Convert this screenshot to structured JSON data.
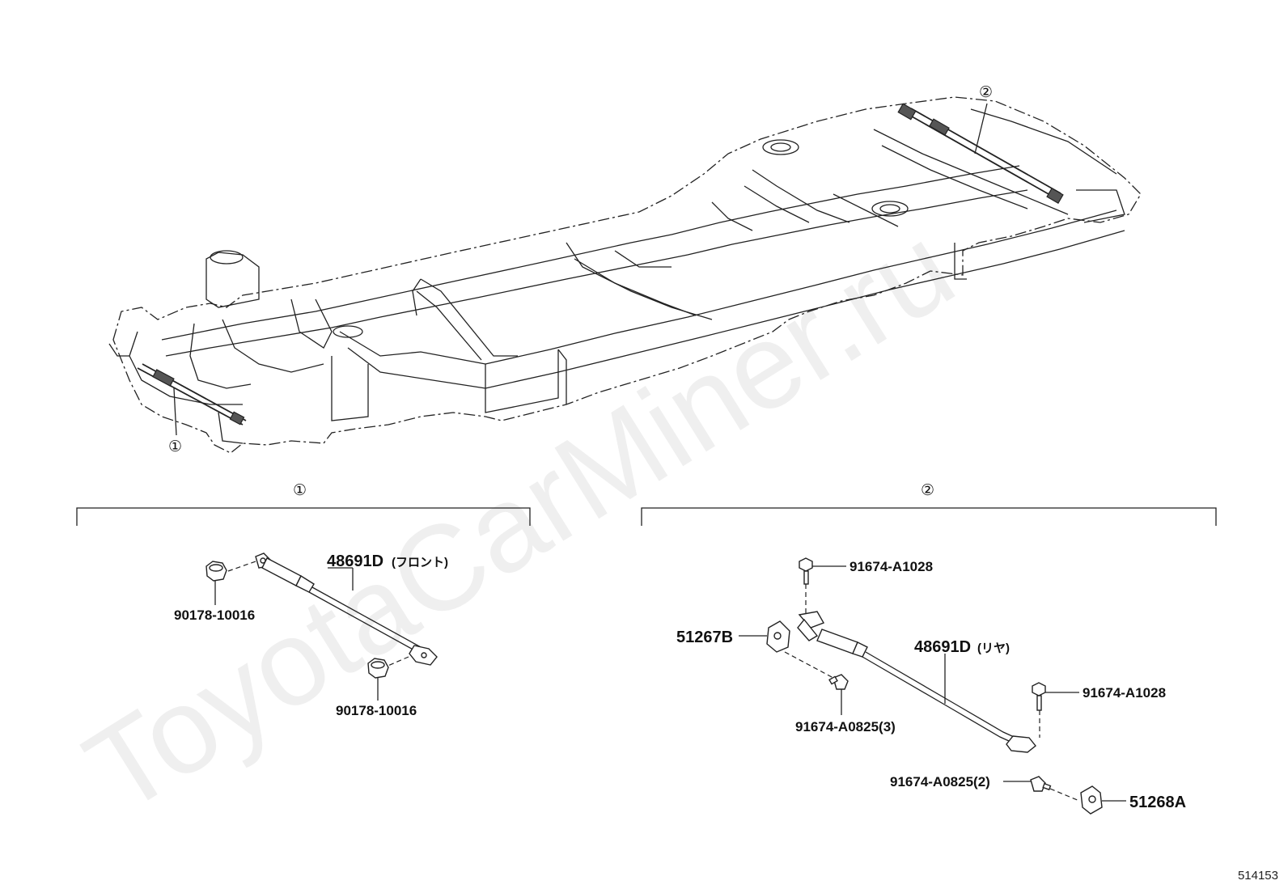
{
  "watermark": "ToyotaCarMiner.ru",
  "diagram_ref": "514153",
  "callouts": {
    "c1": "①",
    "c2": "②"
  },
  "front_group": {
    "label": "①",
    "damper": "48691D",
    "damper_note": "(フロント)",
    "nut_top": "90178-10016",
    "nut_bottom": "90178-10016"
  },
  "rear_group": {
    "label": "②",
    "damper": "48691D",
    "damper_note": "(リヤ)",
    "bolt_top": "91674-A1028",
    "bolt_right": "91674-A1028",
    "bracket_left": "51267B",
    "bolt_mid": "91674-A0825(3)",
    "bolt_bottom": "91674-A0825(2)",
    "bracket_right": "51268A"
  }
}
